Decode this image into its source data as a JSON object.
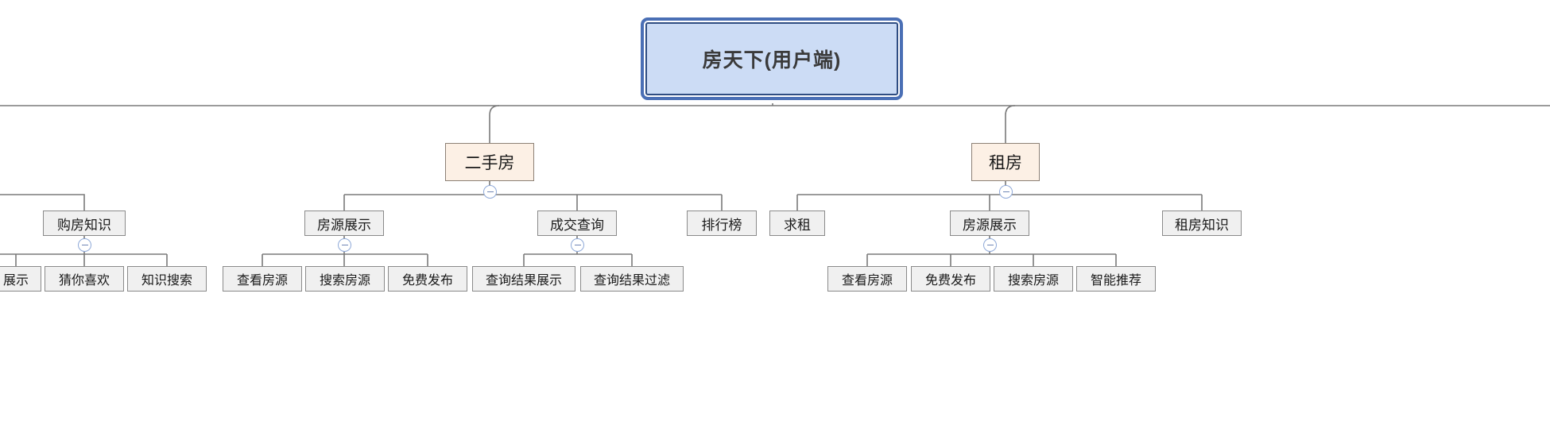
{
  "diagram": {
    "type": "tree-mindmap",
    "title": "房天下(用户端)",
    "orientation": "top-down"
  },
  "root": {
    "label": "房天下(用户端)",
    "fill": "#ccdcf5",
    "border": "#2f4d82",
    "selection_ring": "#4a6fb5"
  },
  "categories": [
    {
      "label": "二手房",
      "fill": "#fcf0e5",
      "border": "#8c8075",
      "toggle": "minus"
    },
    {
      "label": "租房",
      "fill": "#fcf0e5",
      "border": "#8c8075",
      "toggle": "minus"
    }
  ],
  "level3": [
    {
      "label": "购房知识",
      "toggle": "minus"
    },
    {
      "label": "房源展示",
      "toggle": "minus"
    },
    {
      "label": "成交查询",
      "toggle": "minus"
    },
    {
      "label": "排行榜",
      "toggle": null
    },
    {
      "label": "求租",
      "toggle": null
    },
    {
      "label": "房源展示",
      "toggle": "minus"
    },
    {
      "label": "租房知识",
      "toggle": null
    }
  ],
  "leaves": [
    {
      "label": "展示"
    },
    {
      "label": "猜你喜欢"
    },
    {
      "label": "知识搜索"
    },
    {
      "label": "查看房源"
    },
    {
      "label": "搜索房源"
    },
    {
      "label": "免费发布"
    },
    {
      "label": "查询结果展示"
    },
    {
      "label": "查询结果过滤"
    },
    {
      "label": "查看房源"
    },
    {
      "label": "免费发布"
    },
    {
      "label": "搜索房源"
    },
    {
      "label": "智能推荐"
    }
  ],
  "colors": {
    "line": "#7a7a7a",
    "node_fill": "#f0f0f0",
    "node_border": "#8a8a8a",
    "text": "#1a1a1a",
    "background": "#ffffff"
  }
}
